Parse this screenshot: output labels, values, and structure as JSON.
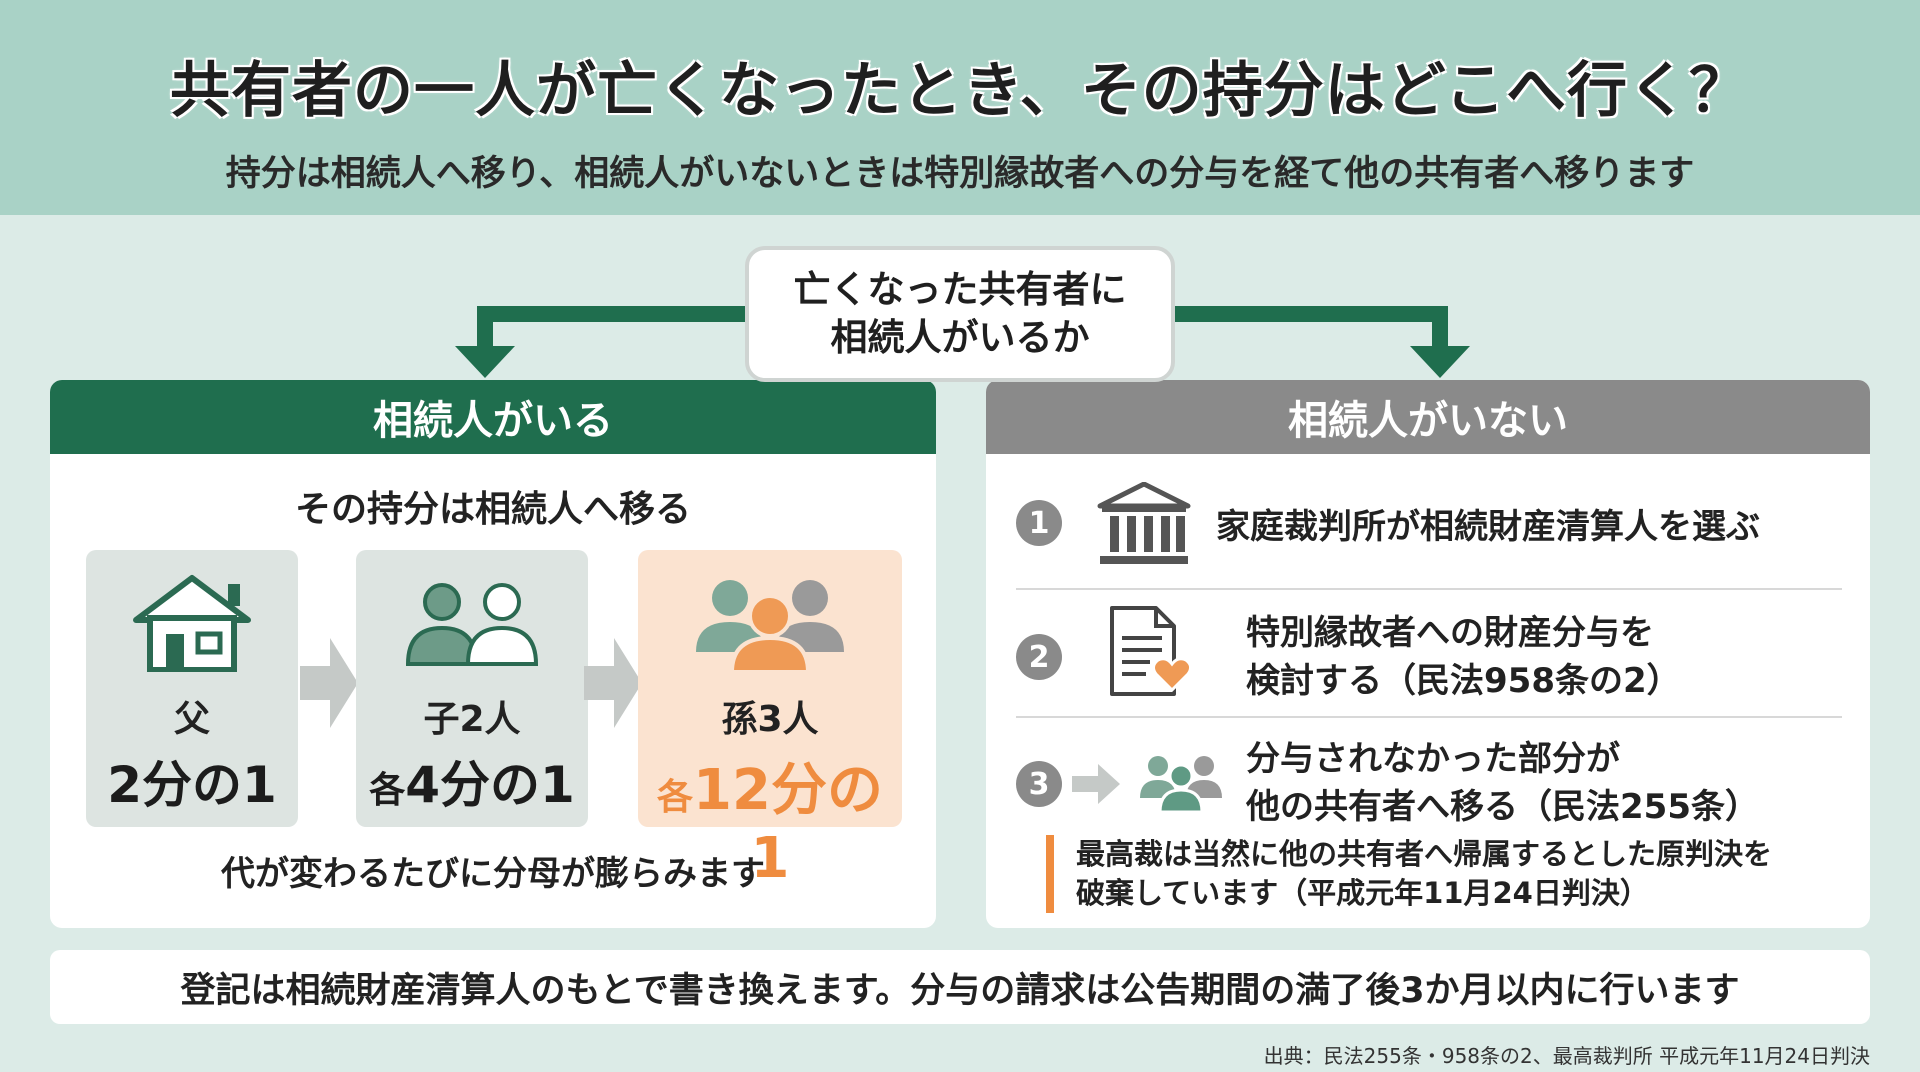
{
  "header": {
    "title": "共有者の一人が亡くなったとき、その持分はどこへ行く？",
    "subtitle": "持分は相続人へ移り、相続人がいないときは特別縁故者への分与を経て他の共有者へ移ります"
  },
  "question": {
    "line1": "亡くなった共有者に",
    "line2": "相続人がいるか"
  },
  "left_panel": {
    "heading": "相続人がいる",
    "lead": "その持分は相続人へ移る",
    "generations": [
      {
        "who": "父",
        "share_prefix": "",
        "share": "2分の1",
        "icon": "house-icon"
      },
      {
        "who": "子2人",
        "share_prefix": "各",
        "share": "4分の1",
        "icon": "two-people-icon"
      },
      {
        "who": "孫3人",
        "share_prefix": "各",
        "share": "12分の1",
        "icon": "three-people-icon"
      }
    ],
    "footer": "代が変わるたびに分母が膨らみます"
  },
  "right_panel": {
    "heading": "相続人がいない",
    "steps": [
      {
        "num": "1",
        "icon": "courthouse-icon",
        "line1": "家庭裁判所が相続財産清算人を選ぶ",
        "line2": ""
      },
      {
        "num": "2",
        "icon": "document-heart-icon",
        "line1": "特別縁故者への財産分与を",
        "line2": "検討する（民法958条の2）"
      },
      {
        "num": "3",
        "icon": "group-icon",
        "line1": "分与されなかった部分が",
        "line2": "他の共有者へ移る（民法255条）"
      }
    ],
    "note_line1": "最高裁は当然に他の共有者へ帰属するとした原判決を",
    "note_line2": "破棄しています（平成元年11月24日判決）"
  },
  "bottom_bar": "登記は相続財産清算人のもとで書き換えます。分与の請求は公告期間の満了後3か月以内に行います",
  "source": "出典：民法255条・958条の2、最高裁判所 平成元年11月24日判決",
  "colors": {
    "header_bg": "#a9d2c6",
    "page_bg": "#dcebe7",
    "green": "#1f6e4e",
    "gray": "#8a8a8a",
    "orange": "#ef8c3f",
    "card_gray": "#dde4e1",
    "card_orange": "#fbe3d0"
  }
}
